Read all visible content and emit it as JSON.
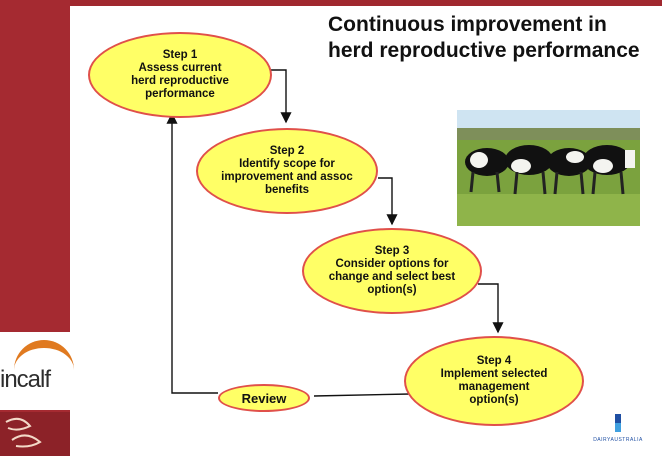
{
  "title": "Continuous improvement in herd reproductive performance",
  "steps": [
    {
      "label": "Step 1",
      "line1": "Assess current",
      "line2": "herd reproductive",
      "line3": "performance"
    },
    {
      "label": "Step 2",
      "line1": "Identify scope for",
      "line2": "improvement and assoc",
      "line3": "benefits"
    },
    {
      "label": "Step 3",
      "line1": "Consider options for",
      "line2": "change and select best",
      "line3": "option(s)"
    },
    {
      "label": "Step 4",
      "line1": "Implement selected",
      "line2": "management",
      "line3": "option(s)"
    }
  ],
  "review": "Review",
  "logo_left": "incalf",
  "logo_right": "DAIRYAUSTRALIA",
  "colors": {
    "node_fill": "#ffff66",
    "node_border": "#e0504a",
    "sidebar": "#a52a31"
  }
}
